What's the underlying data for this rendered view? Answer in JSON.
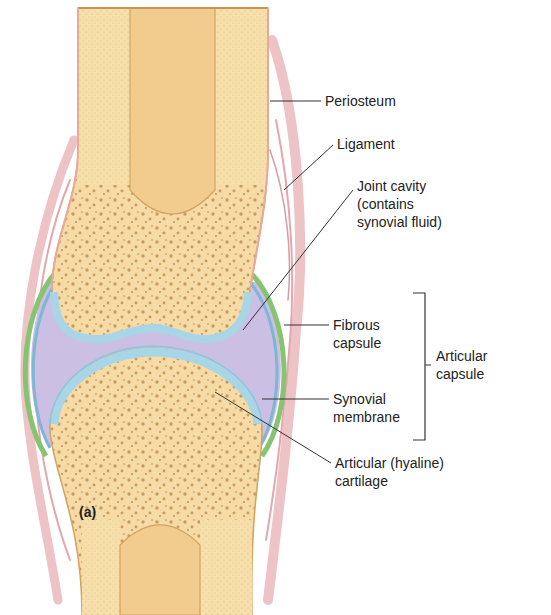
{
  "diagram": {
    "labels": [
      "Periosteum",
      "Ligament",
      "Joint cavity (contains synovial fluid)",
      "Fibrous capsule",
      "Articular capsule",
      "Synovial membrane",
      "Articular (hyaline) cartilage",
      "(a)"
    ]
  }
}
